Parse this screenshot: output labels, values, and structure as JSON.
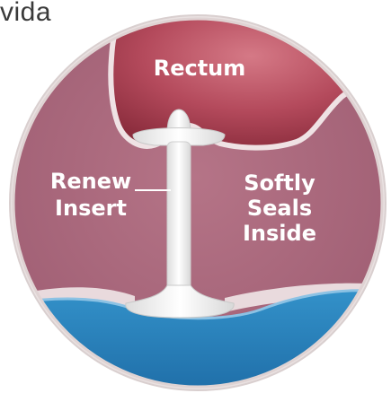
{
  "header": {
    "text": "vida"
  },
  "diagram": {
    "labels": {
      "rectum": "Rectum",
      "renew": "Renew",
      "insert": "Insert",
      "softly": "Softly",
      "seals": "Seals",
      "inside": "Inside"
    },
    "colors": {
      "rectum_light": "#c05a6a",
      "rectum_dark": "#8a2c3c",
      "tissue": "#a8667a",
      "tissue_light": "#c4879a",
      "outer_ring": "#e6dcdc",
      "water": "#2c7fb8",
      "device": "#ffffff"
    }
  }
}
